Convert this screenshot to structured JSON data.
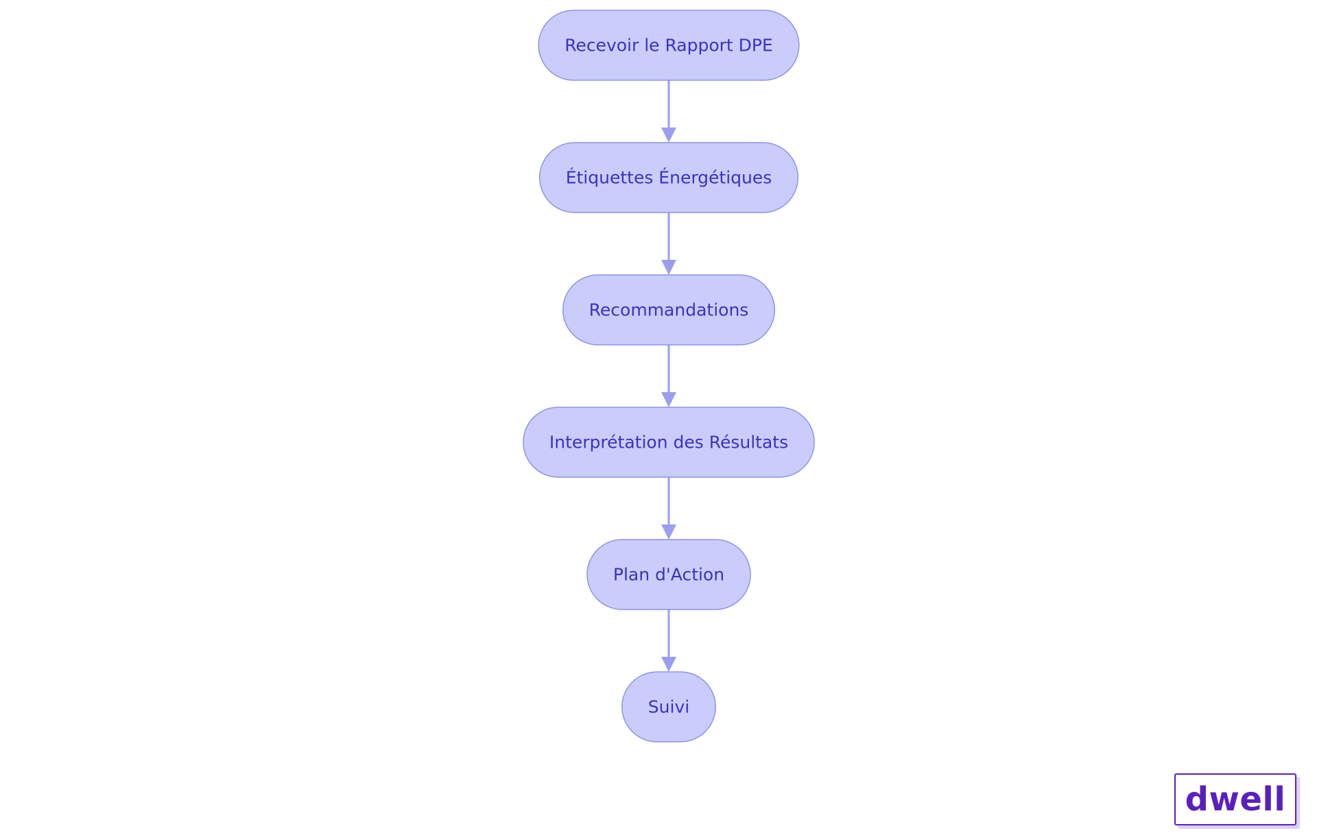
{
  "diagram": {
    "direction": "top-down",
    "nodes": [
      {
        "id": "n1",
        "label": "Recevoir le Rapport DPE"
      },
      {
        "id": "n2",
        "label": "Étiquettes Énergétiques"
      },
      {
        "id": "n3",
        "label": "Recommandations"
      },
      {
        "id": "n4",
        "label": "Interprétation des Résultats"
      },
      {
        "id": "n5",
        "label": "Plan d'Action"
      },
      {
        "id": "n6",
        "label": "Suivi"
      }
    ],
    "edges": [
      {
        "from": "n1",
        "to": "n2"
      },
      {
        "from": "n2",
        "to": "n3"
      },
      {
        "from": "n3",
        "to": "n4"
      },
      {
        "from": "n4",
        "to": "n5"
      },
      {
        "from": "n5",
        "to": "n6"
      }
    ]
  },
  "logo": {
    "text": "dwell"
  },
  "colors": {
    "node_fill": "#cacdfb",
    "node_stroke": "#8e92e8",
    "node_text": "#3b31c4",
    "edge": "#9b9ef0",
    "logo": "#5a1fbf"
  }
}
